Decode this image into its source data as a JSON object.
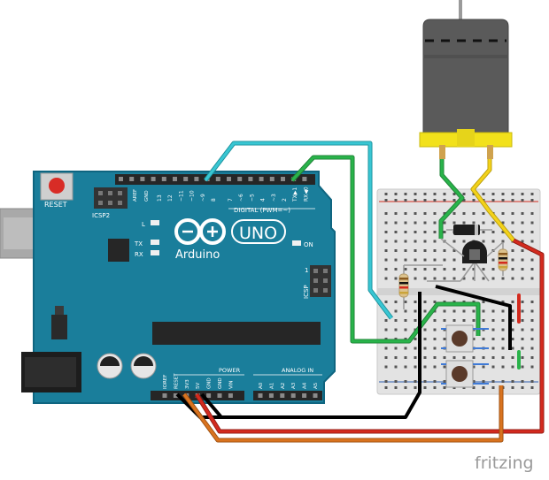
{
  "board": {
    "reset_label": "RESET",
    "icsp2_label": "ICSP2",
    "aref_label": "AREF",
    "gnd_label": "GND",
    "pin_top_labels": [
      "13",
      "12",
      "~11",
      "~10",
      "~9",
      "8",
      "7",
      "~6",
      "~5",
      "4",
      "~3",
      "2",
      "TX▶1",
      "RX◀0"
    ],
    "digital_label": "DIGITAL (PWM=~)",
    "led_l": "L",
    "led_tx": "TX",
    "led_rx": "RX",
    "on_label": "ON",
    "logo_text": "Arduino",
    "uno_text": "UNO",
    "icsp_label": "ICSP",
    "icsp_pin1": "1",
    "power_label": "POWER",
    "analog_label": "ANALOG IN",
    "power_pins": [
      "IOREF",
      "RESET",
      "3V3",
      "5V",
      "GND",
      "GND",
      "VIN"
    ],
    "analog_pins": [
      "A0",
      "A1",
      "A2",
      "A3",
      "A4",
      "A5"
    ]
  },
  "watermark": "fritzing",
  "colors": {
    "board": "#1a7e9b",
    "board_edge": "#0f6580",
    "wire_cyan": "#39c6d3",
    "wire_green": "#29b34a",
    "wire_black": "#222222",
    "wire_red": "#d32a1e",
    "wire_orange": "#d9731f",
    "wire_yellow": "#f3d21a",
    "motor_body": "#5a5a5a",
    "motor_mount": "#f2e11b",
    "breadboard": "#e3e3e3"
  }
}
